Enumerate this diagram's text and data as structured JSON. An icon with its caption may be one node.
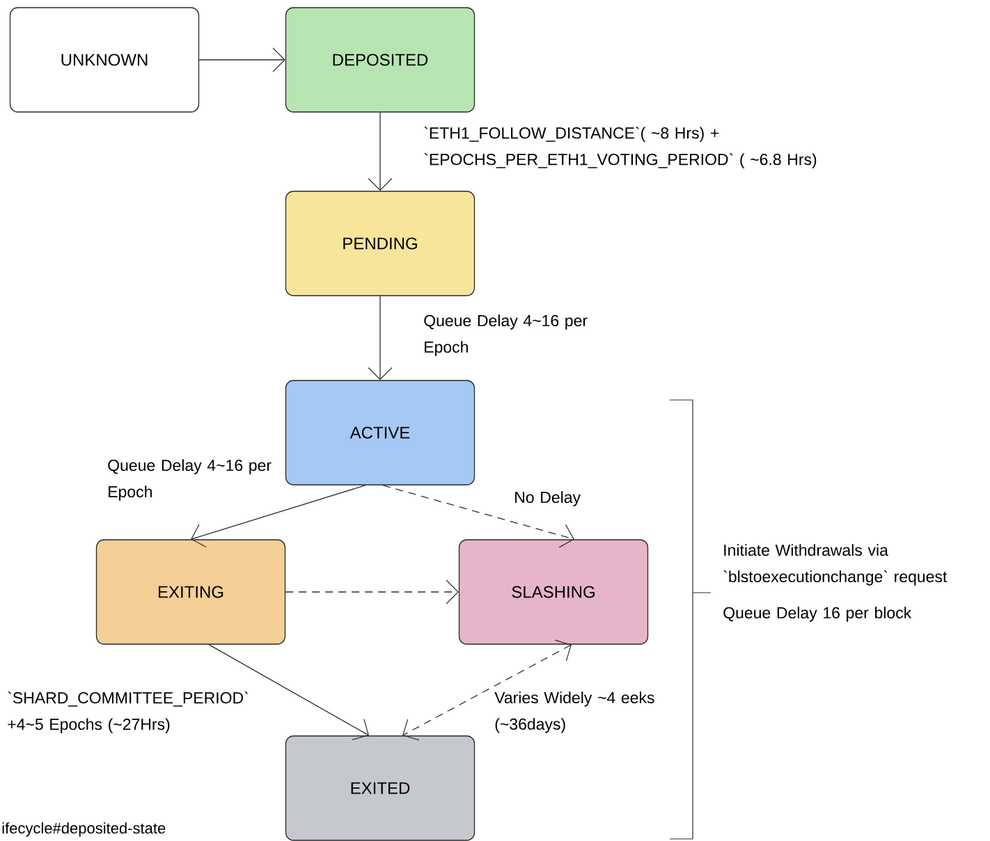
{
  "diagram": {
    "nodes": [
      {
        "text": [
          "UNKNOWN"
        ]
      },
      {
        "text": [
          "DEPOSITED"
        ]
      },
      {
        "text": [
          "PENDING"
        ]
      },
      {
        "text": [
          "ACTIVE"
        ]
      },
      {
        "text": [
          "EXITING"
        ]
      },
      {
        "text": [
          "SLASHING"
        ]
      },
      {
        "text": [
          "EXITED"
        ]
      }
    ],
    "edges": [
      {
        "from": 0,
        "to": 1,
        "arrow": "to"
      },
      {
        "from": 1,
        "to": 2,
        "arrow": "to",
        "label": "`ETH1_FOLLOW_DISTANCE`( ~8 Hrs) + `EPOCHS_PER_ETH1_VOTING_PERIOD` ( ~6.8 Hrs)"
      },
      {
        "from": 2,
        "to": 3,
        "arrow": "to",
        "label": "Queue Delay 4~16 per Epoch"
      },
      {
        "from": 3,
        "to": 4,
        "arrow": "to",
        "label": "Queue Delay 4~16 per Epoch"
      },
      {
        "from": 3,
        "to": 5,
        "arrow": "to",
        "label": "No Delay",
        "style": "dashed"
      },
      {
        "from": 4,
        "to": 5,
        "arrow": "to",
        "style": "dashed"
      },
      {
        "from": 4,
        "to": 6,
        "arrow": "to",
        "label": "`SHARD_COMMITTEE_PERIOD` +4~5 Epochs (~27Hrs)"
      },
      {
        "from": 5,
        "to": 6,
        "arrow": "both",
        "label": "Varies Widely ~4 eeks (~36days)",
        "style": "dashed"
      }
    ],
    "labels": [
      "Initiate Withdrawals via `blstoexecutionchange` request",
      "Queue Delay 16 per block",
      "ifecycle#deposited-state"
    ]
  }
}
